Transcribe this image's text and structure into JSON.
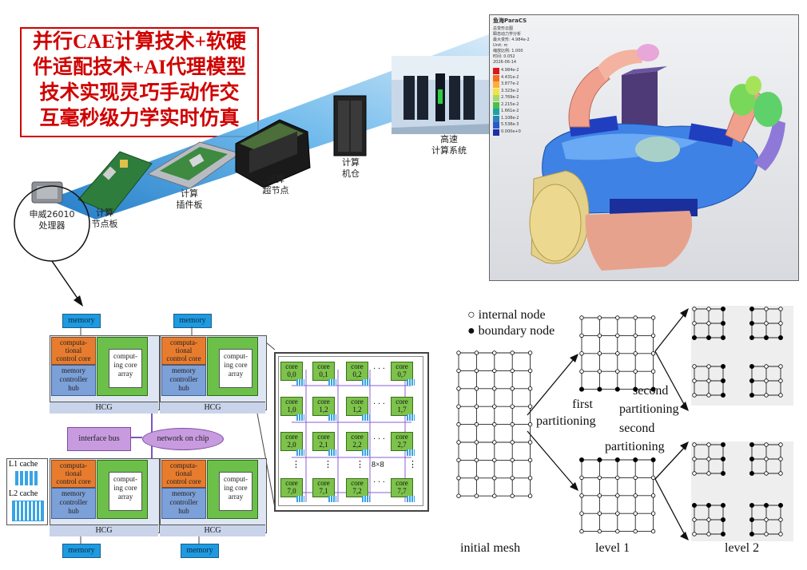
{
  "headline": {
    "lines": [
      "并行CAE计算技术+软硬",
      "件适配技术+AI代理模型",
      "技术实现灵巧手动作交",
      "互毫秒级力学实时仿真"
    ]
  },
  "hardware_chain": {
    "processor": [
      "申威26010",
      "处理器"
    ],
    "node_board": [
      "计算",
      "节点板"
    ],
    "plugin_board": [
      "计算",
      "插件板"
    ],
    "super_node": [
      "计算",
      "超节点"
    ],
    "cabinet": [
      "计算",
      "机仓"
    ],
    "system": [
      "高速",
      "计算系统"
    ]
  },
  "simulation": {
    "software": "鱼海ParaCS",
    "info_lines": [
      "总变形云图",
      "瞬态动力学分析",
      "最大变形: 4.984e-2",
      "Unit: m",
      "缩放比例: 1.000",
      "时间: 0.052",
      "2026-06-14"
    ],
    "legend_values": [
      "4.984e-2",
      "4.431e-2",
      "3.877e-2",
      "3.323e-2",
      "2.769e-2",
      "2.215e-2",
      "1.661e-2",
      "1.108e-2",
      "5.538e-3",
      "0.000e+0"
    ],
    "legend_colors": [
      "#d7191c",
      "#f46d20",
      "#fdae3a",
      "#f5e33b",
      "#a6d96a",
      "#4cbf4a",
      "#1ca3a3",
      "#2b83ba",
      "#2c59c6",
      "#1c2fa8"
    ]
  },
  "chip": {
    "memory_label": "memory",
    "ccc_lines": [
      "computa-",
      "tional",
      "control core"
    ],
    "mch_lines": [
      "memory",
      "controller",
      "hub"
    ],
    "array_lines": [
      "comput-",
      "ing core",
      "array"
    ],
    "hcg_label": "HCG",
    "interface_bus": "interface bus",
    "network": "network on chip",
    "l1": "L1 cache",
    "l2": "L2 cache",
    "core_word": "core",
    "core_labels": [
      "0,0",
      "0,1",
      "0,2",
      "0,7",
      "1,0",
      "1,2",
      "1,2",
      "1,7",
      "2,0",
      "2,1",
      "2,2",
      "2,7",
      "7,0",
      "7,1",
      "7,2",
      "7,7"
    ],
    "grid_size": "8×8",
    "ellipsis_h": "· · ·",
    "ellipsis_v": "⋮"
  },
  "partition": {
    "legend_internal": "internal node",
    "legend_boundary": "boundary node",
    "first": [
      "first",
      "partitioning"
    ],
    "second_a": [
      "second",
      "partitioning"
    ],
    "second_b": [
      "second",
      "partitioning"
    ],
    "labels": [
      "initial mesh",
      "level 1",
      "level 2"
    ]
  }
}
